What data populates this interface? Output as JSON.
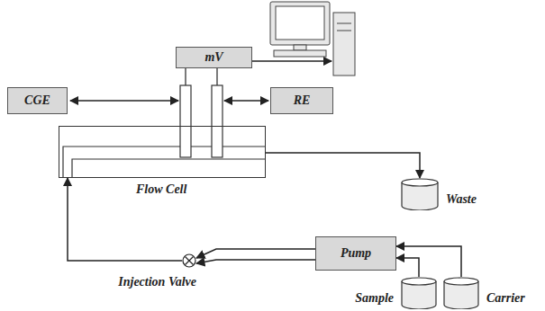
{
  "diagram": {
    "nodes": [
      {
        "text": [
          "mV"
        ]
      },
      {
        "text": [
          "CGE"
        ]
      },
      {
        "text": [
          "RE"
        ]
      },
      {
        "text": [
          "Flow Cell"
        ]
      },
      {
        "text": [
          "Waste"
        ]
      },
      {
        "text": [
          "Pump"
        ]
      },
      {
        "text": [
          "Injection Valve"
        ]
      },
      {
        "text": [
          "Sample"
        ]
      },
      {
        "text": [
          "Carrier"
        ]
      }
    ],
    "edges": [
      {
        "from": 3,
        "to": 4,
        "arrow": "to"
      },
      {
        "from": 7,
        "to": 5,
        "arrow": "to"
      },
      {
        "from": 8,
        "to": 5,
        "arrow": "to"
      },
      {
        "from": 5,
        "to": 6,
        "arrow": "to"
      },
      {
        "from": 5,
        "to": 6,
        "arrow": "to"
      },
      {
        "from": 6,
        "to": 3,
        "arrow": "to"
      }
    ]
  }
}
